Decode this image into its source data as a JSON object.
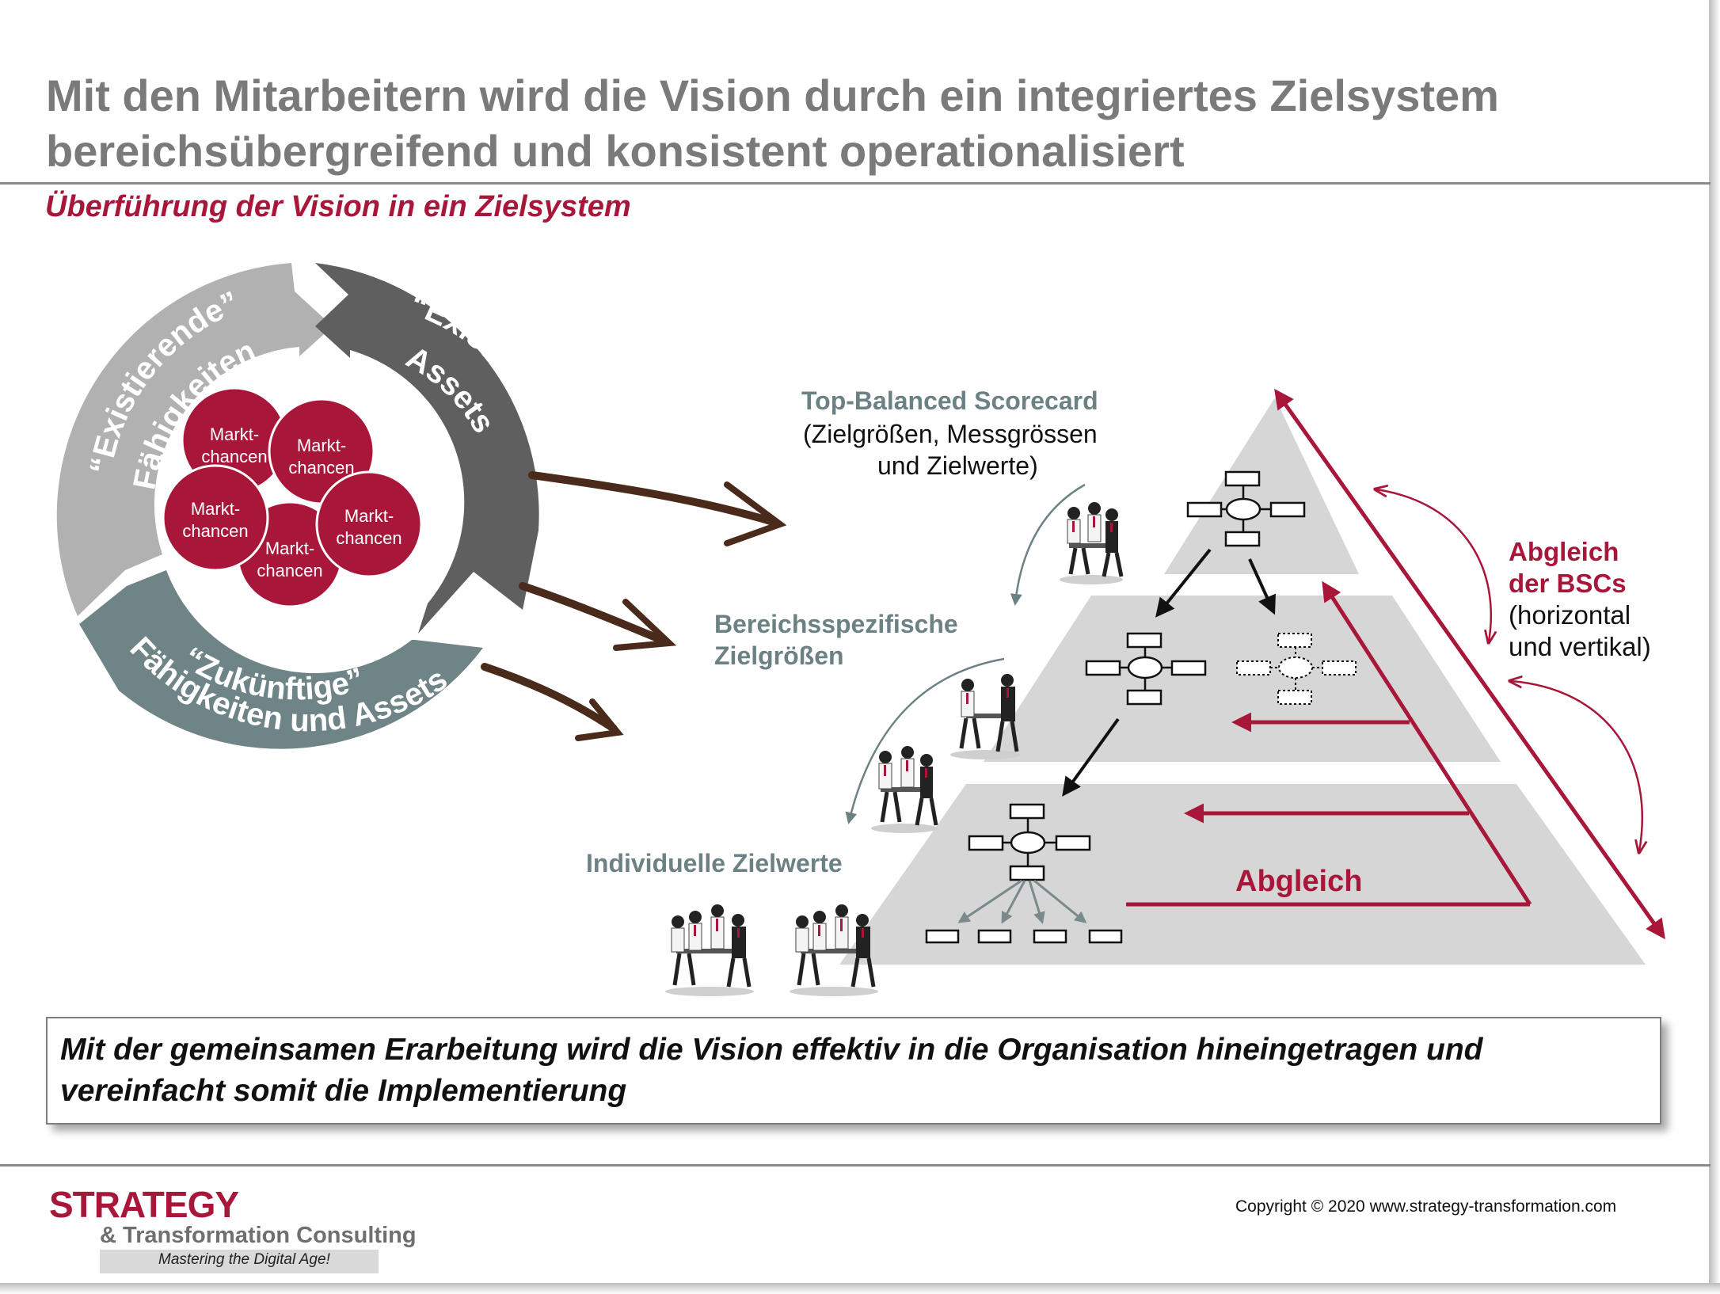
{
  "title": {
    "line1": "Mit den Mitarbeitern wird die Vision durch ein integriertes Zielsystem",
    "line2": "bereichsübergreifend und konsistent operationalisiert"
  },
  "subtitle": "Überführung der Vision in ein Zielsystem",
  "cycle": {
    "segment_left": {
      "line1": "“Existierende”",
      "line2": "Fähigkeiten"
    },
    "segment_right": {
      "line1": "“Existierende”",
      "line2": "Assets"
    },
    "segment_bottom": {
      "line1": "“Zukünftige”",
      "line2": "Fähigkeiten und Assets"
    },
    "circle_label_1": "Markt-",
    "circle_label_2": "chancen"
  },
  "pyramid": {
    "top_title": "Top-Balanced Scorecard",
    "top_desc1": "(Zielgrößen, Messgrössen",
    "top_desc2": "und Zielwerte)",
    "middle_line1": "Bereichsspezifische",
    "middle_line2": "Zielgrößen",
    "bottom_label": "Individuelle Zielwerte",
    "abgleich_label": "Abgleich",
    "bsc_title1": "Abgleich",
    "bsc_title2": "der BSCs",
    "bsc_desc1": "(horizontal",
    "bsc_desc2": "und vertikal)"
  },
  "conclusion": {
    "line1": "Mit der gemeinsamen Erarbeitung wird die Vision effektiv in die Organisation hineingetragen und",
    "line2": "vereinfacht somit die Implementierung"
  },
  "footer": {
    "logo_main": "STRATEGY",
    "logo_sub": "& Transformation Consulting",
    "logo_tagline": "Mastering the Digital Age!",
    "copyright": "Copyright © 2020 www.strategy-transformation.com"
  },
  "colors": {
    "accent_red": "#a8173a",
    "title_gray": "#7a7a7a",
    "teal_gray": "#6b8184",
    "dark_brown": "#4a2a1a",
    "segment_light": "#b1b1b1",
    "segment_dark": "#5f5f5f",
    "segment_teal": "#6e8486",
    "pyramid_gray": "#d6d6d6"
  }
}
